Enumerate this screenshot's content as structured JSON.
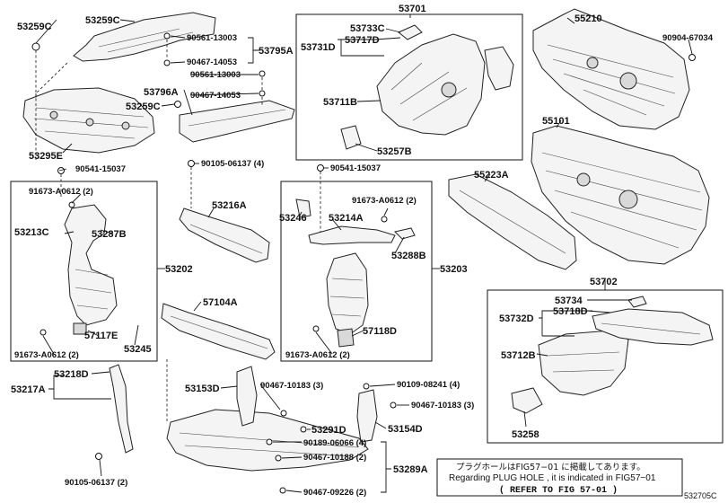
{
  "parts": {
    "p53259C_a": "53259C",
    "p53259C_b": "53259C",
    "p53295E": "53295E",
    "p53795A": "53795A",
    "p90561_13003_a": "90561-13003",
    "p90467_14053_a": "90467-14053",
    "p53796A": "53796A",
    "p90561_13003_b": "90561-13003",
    "p90467_14053_b": "90467-14053",
    "p90541_15037_a": "90541-15037",
    "p90541_15037_b": "90541-15037",
    "p91673_A0612_a": "91673-A0612 (2)",
    "p91673_A0612_b": "91673-A0612 (2)",
    "p91673_A0612_c": "91673-A0612 (2)",
    "p91673_A0612_d": "91673-A0612 (2)",
    "p53213C": "53213C",
    "p53287B": "53287B",
    "p53202": "53202",
    "p57117E": "57117E",
    "p53245": "53245",
    "p90105_06137_a": "90105-06137 (4)",
    "p53216A": "53216A",
    "p53246": "53246",
    "p53214A": "53214A",
    "p53288B": "53288B",
    "p53203": "53203",
    "p57118D": "57118D",
    "p57104A": "57104A",
    "p53701": "53701",
    "p53733C": "53733C",
    "p53731D": "53731D",
    "p53717D": "53717D",
    "p53711B": "53711B",
    "p53257B": "53257B",
    "p55210": "55210",
    "p90904_67034": "90904-67034",
    "p55101": "55101",
    "p55223A": "55223A",
    "p53702": "53702",
    "p53734": "53734",
    "p53732D": "53732D",
    "p53718D": "53718D",
    "p53712B": "53712B",
    "p53258": "53258",
    "p53218D": "53218D",
    "p53217A": "53217A",
    "p90105_06137_b": "90105-06137 (2)",
    "p53153D": "53153D",
    "p90467_10183_a": "90467-10183 (3)",
    "p90109_08241": "90109-08241 (4)",
    "p90467_10183_b": "90467-10183 (3)",
    "p53291D": "53291D",
    "p53154D": "53154D",
    "p90189_06066": "90189-06066 (4)",
    "p90467_10188": "90467-10188 (2)",
    "p53289A": "53289A",
    "p90467_09226": "90467-09226 (2)"
  },
  "note": {
    "line_jp": "プラグホールはFIG57−01 に掲載してあります。",
    "line_en": "Regarding PLUG HOLE , it is indicated in FIG57−01",
    "line_ref": "( REFER TO FIG 57-01 )"
  },
  "figure_code": "532705C"
}
